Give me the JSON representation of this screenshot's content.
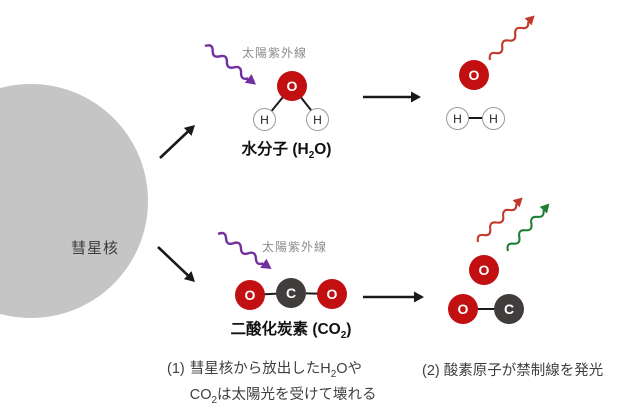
{
  "colors": {
    "oxygen_red": "#c20f12",
    "carbon_gray": "#413d3c",
    "hydrogen_border": "#9a9a9a",
    "comet_gray": "#c5c5c5",
    "uv_purple": "#7030a0",
    "emission_red": "#c0392b",
    "emission_green": "#1e7e34",
    "arrow_black": "#1a1a1a"
  },
  "icons": {
    "uv_wavy_arrow": "purple squiggle arrow (solar UV photon)",
    "red_emission_arrow": "red squiggle arrow (emitted forbidden line)",
    "green_emission_arrow": "green squiggle arrow (emitted forbidden line)",
    "straight_arrow": "black straight arrow"
  },
  "comet": {
    "label": "彗星核"
  },
  "water": {
    "uv_label": "太陽紫外線",
    "o": "O",
    "h_left": "H",
    "h_right": "H",
    "label_pre": "水分子 (H",
    "label_sub": "2",
    "label_post": "O)"
  },
  "water_result": {
    "o": "O",
    "h_left": "H",
    "h_right": "H"
  },
  "co2": {
    "uv_label": "太陽紫外線",
    "o_left": "O",
    "c": "C",
    "o_right": "O",
    "label_pre": "二酸化炭素 (CO",
    "label_sub": "2",
    "label_post": ")"
  },
  "co2_result": {
    "o_free": "O",
    "o": "O",
    "c": "C"
  },
  "captions": {
    "step1_num": "(1)",
    "step1_line1_pre": "彗星核から放出したH",
    "step1_line1_sub": "2",
    "step1_line1_post": "Oや",
    "step1_line2_pre": "CO",
    "step1_line2_sub": "2",
    "step1_line2_post": "は太陽光を受けて壊れる",
    "step2": "(2) 酸素原子が禁制線を発光"
  }
}
